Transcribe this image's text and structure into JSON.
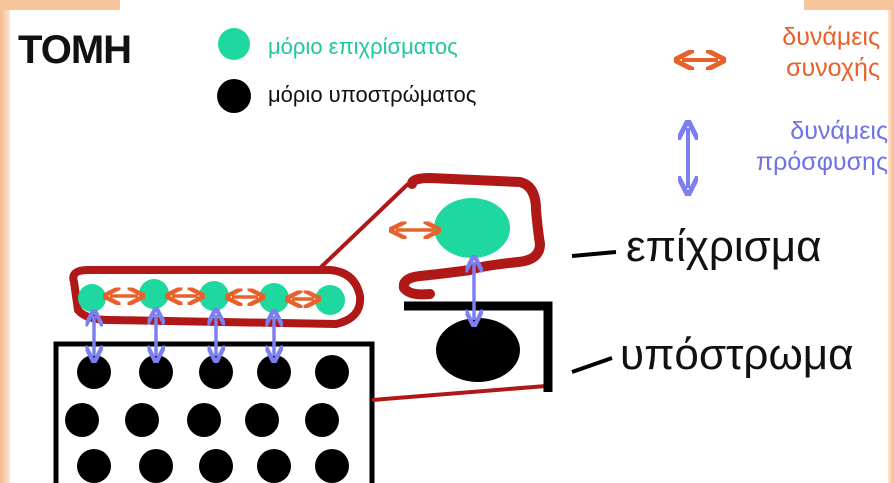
{
  "title": "ΤΟΜΗ",
  "legend": {
    "coating_particle": "μόριο επιχρίσματος",
    "substrate_particle": "μόριο υποστρώματος"
  },
  "forces": {
    "cohesion_line1": "δυνάμεις",
    "cohesion_line2": "συνοχής",
    "adhesion_line1": "δυνάμεις",
    "adhesion_line2": "πρόσφυσης"
  },
  "labels": {
    "coating": "επίχρισμα",
    "substrate": "υπόστρωμα"
  },
  "colors": {
    "coating_particle": "#1fd8a0",
    "substrate_particle": "#000000",
    "cohesion_arrow": "#e8602a",
    "adhesion_arrow": "#7b7ff0",
    "coating_outline": "#b01818"
  }
}
